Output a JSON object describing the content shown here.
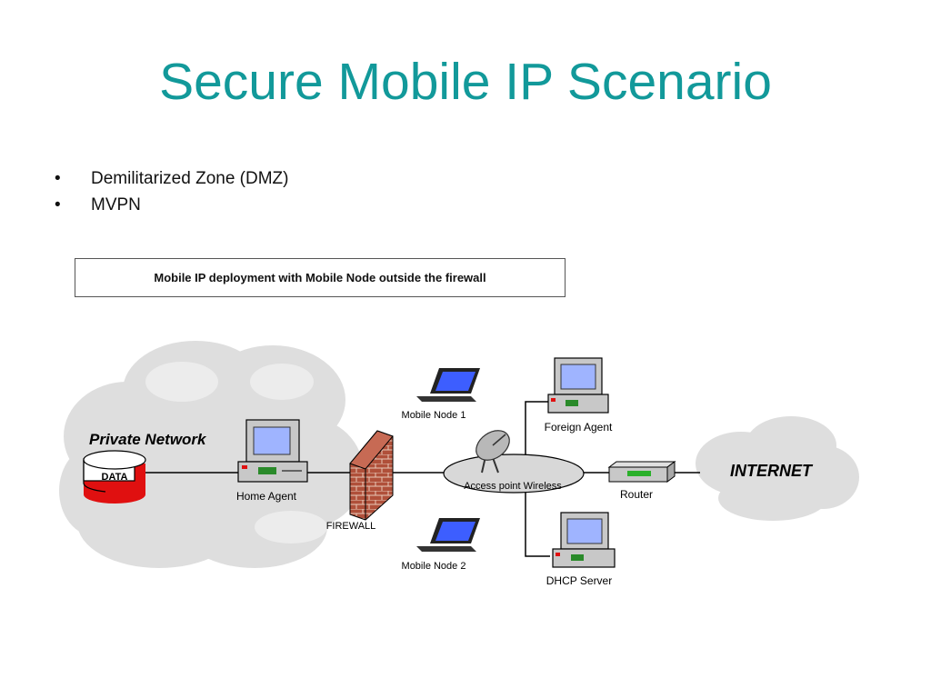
{
  "slide": {
    "title": "Secure Mobile IP Scenario",
    "bullets": [
      "Demilitarized Zone (DMZ)",
      "MVPN"
    ]
  },
  "diagram": {
    "caption": "Mobile IP deployment with Mobile Node outside the firewall",
    "labels": {
      "private_network": "Private Network",
      "data": "DATA",
      "home_agent": "Home Agent",
      "firewall": "FIREWALL",
      "mobile_node_1": "Mobile Node 1",
      "mobile_node_2": "Mobile Node 2",
      "access_point": "Access point Wireless",
      "foreign_agent": "Foreign Agent",
      "dhcp_server": "DHCP Server",
      "router": "Router",
      "internet": "INTERNET"
    },
    "colors": {
      "title": "#12999a",
      "cloud": "#dcdcdc",
      "data_cylinder": "#e01010",
      "firewall": "#b0503a",
      "screen": "#9fb4ff"
    }
  }
}
